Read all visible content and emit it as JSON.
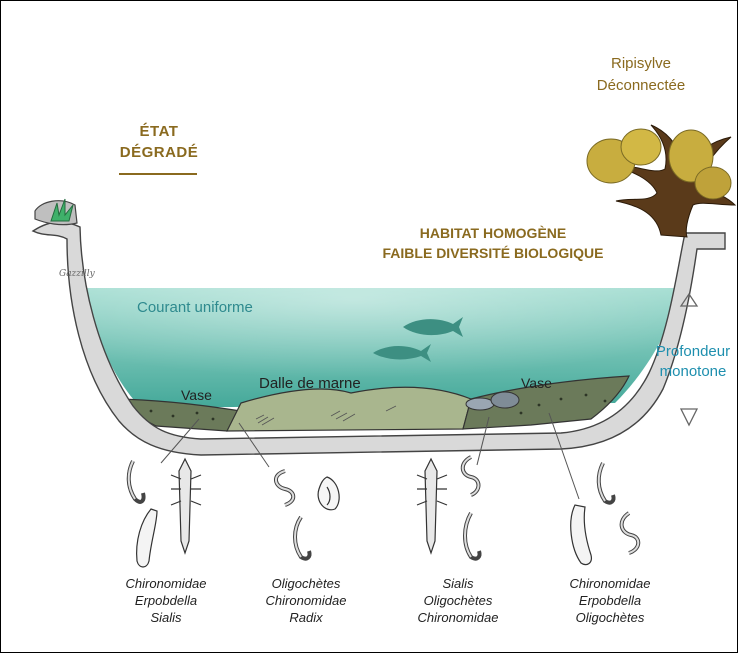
{
  "state_label": {
    "line1": "ÉTAT",
    "line2": "DÉGRADÉ"
  },
  "ripisylve_label": {
    "line1": "Ripisylve",
    "line2": "Déconnectée"
  },
  "habitat_label": {
    "line1": "HABITAT HOMOGÈNE",
    "line2": "FAIBLE DIVERSITÉ BIOLOGIQUE"
  },
  "current_label": "Courant uniforme",
  "depth_label": {
    "line1": "Profondeur",
    "line2": "monotone"
  },
  "substrate_labels": {
    "left_mud": "Vase",
    "marl": "Dalle de marne",
    "right_mud": "Vase"
  },
  "species_groups": [
    {
      "lines": [
        "Chironomidae",
        "Erpobdella",
        "Sialis"
      ]
    },
    {
      "lines": [
        "Oligochètes",
        "Chironomidae",
        "Radix"
      ]
    },
    {
      "lines": [
        "Sialis",
        "Oligochètes",
        "Chironomidae"
      ]
    },
    {
      "lines": [
        "Chironomidae",
        "Erpobdella",
        "Oligochètes"
      ]
    }
  ],
  "signature": "Gazzilly",
  "colors": {
    "accent_title": "#8a6a1f",
    "water": "#8fd4c6",
    "water_deep": "#3fa394",
    "current_text": "#2e8a8e",
    "depth_text": "#1e8fae",
    "bank": "#d9d9d9",
    "mud": "#6b7a5a",
    "marl": "#a9b68e",
    "tree_foliage": "#c8ad3f",
    "tree_trunk": "#5a3a1a"
  }
}
